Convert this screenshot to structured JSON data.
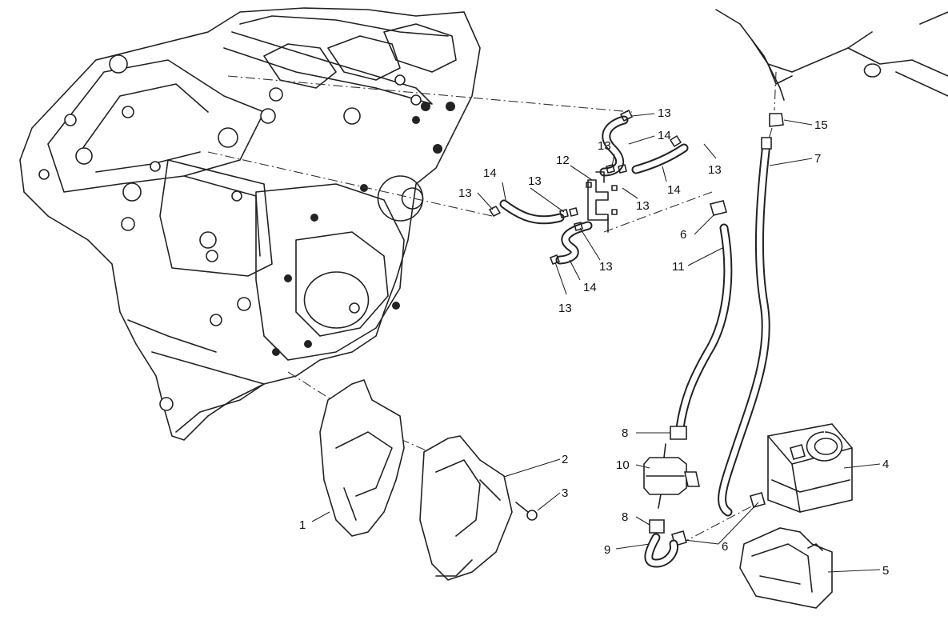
{
  "callouts": [
    {
      "id": "c1",
      "text": "1"
    },
    {
      "id": "c2",
      "text": "2"
    },
    {
      "id": "c3",
      "text": "3"
    },
    {
      "id": "c4",
      "text": "4"
    },
    {
      "id": "c5",
      "text": "5"
    },
    {
      "id": "c6a",
      "text": "6"
    },
    {
      "id": "c6b",
      "text": "6"
    },
    {
      "id": "c7",
      "text": "7"
    },
    {
      "id": "c8a",
      "text": "8"
    },
    {
      "id": "c8b",
      "text": "8"
    },
    {
      "id": "c9",
      "text": "9"
    },
    {
      "id": "c10",
      "text": "10"
    },
    {
      "id": "c11",
      "text": "11"
    },
    {
      "id": "c12",
      "text": "12"
    },
    {
      "id": "c13a",
      "text": "13"
    },
    {
      "id": "c13b",
      "text": "13"
    },
    {
      "id": "c13c",
      "text": "13"
    },
    {
      "id": "c13d",
      "text": "13"
    },
    {
      "id": "c13e",
      "text": "13"
    },
    {
      "id": "c13f",
      "text": "13"
    },
    {
      "id": "c13g",
      "text": "13"
    },
    {
      "id": "c13h",
      "text": "13"
    },
    {
      "id": "c14a",
      "text": "14"
    },
    {
      "id": "c14b",
      "text": "14"
    },
    {
      "id": "c14c",
      "text": "14"
    },
    {
      "id": "c14d",
      "text": "14"
    },
    {
      "id": "c15",
      "text": "15"
    }
  ]
}
